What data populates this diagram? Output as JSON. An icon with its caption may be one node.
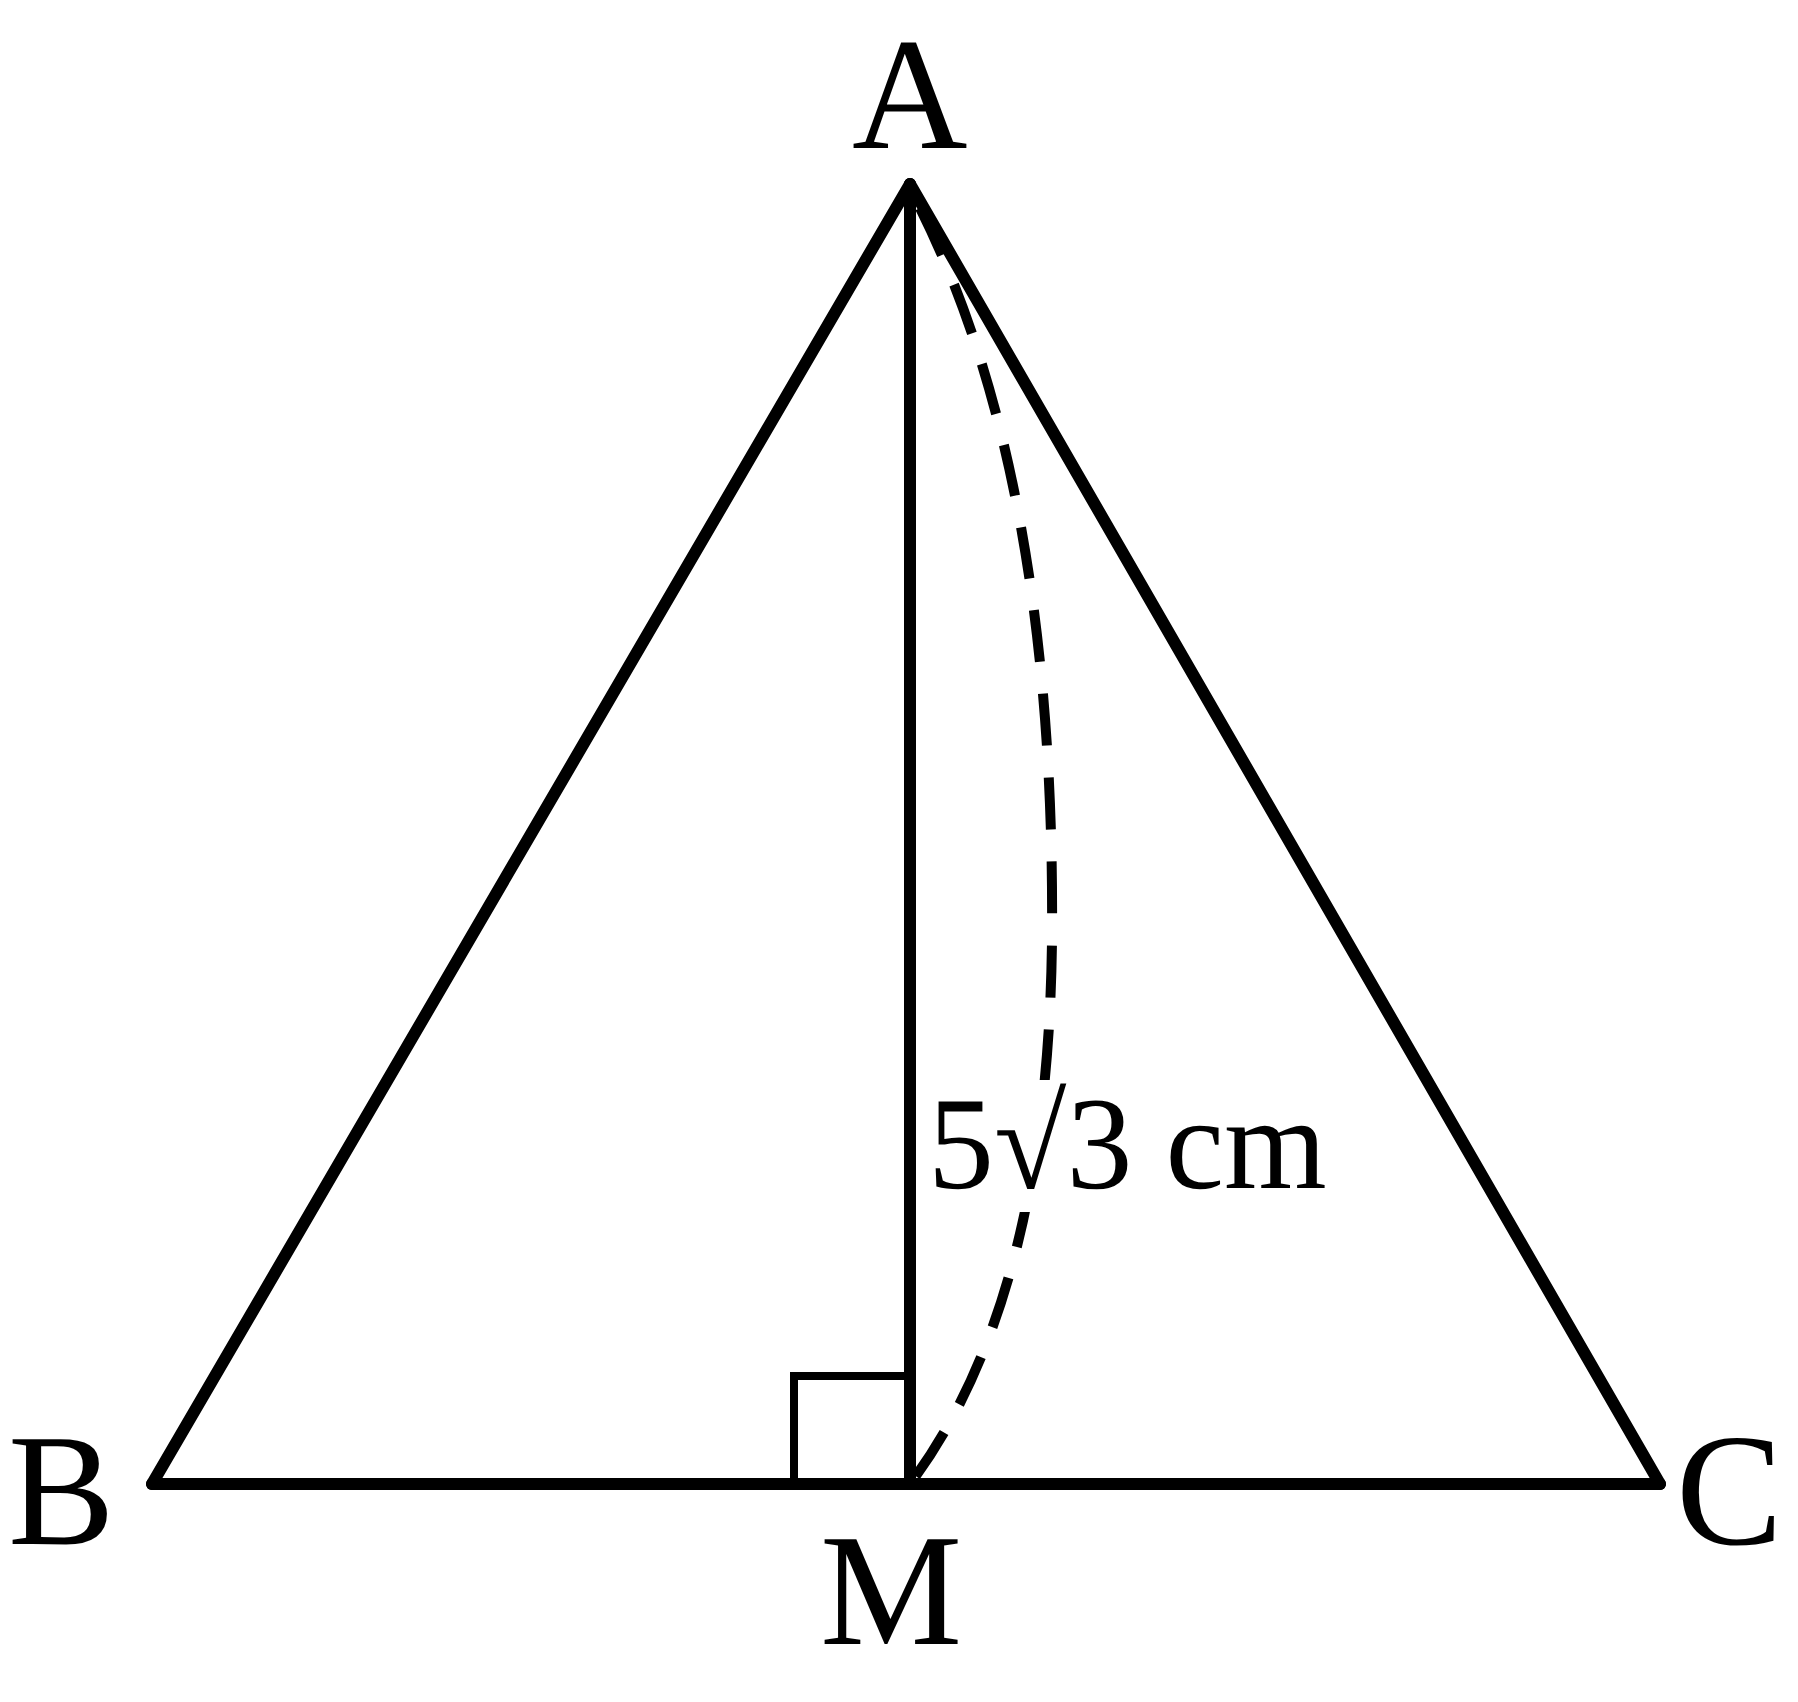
{
  "diagram": {
    "nodes": [
      {
        "text": [
          "A"
        ]
      },
      {
        "text": [
          "B"
        ]
      },
      {
        "text": [
          "C"
        ]
      },
      {
        "text": [
          "M"
        ]
      }
    ],
    "edges": [
      {
        "from": 0,
        "to": 1,
        "arrow": "none"
      },
      {
        "from": 0,
        "to": 2,
        "arrow": "none"
      },
      {
        "from": 1,
        "to": 2,
        "arrow": "none"
      },
      {
        "from": 0,
        "to": 3,
        "arrow": "none"
      }
    ],
    "labels": [
      "5√3 cm"
    ]
  }
}
